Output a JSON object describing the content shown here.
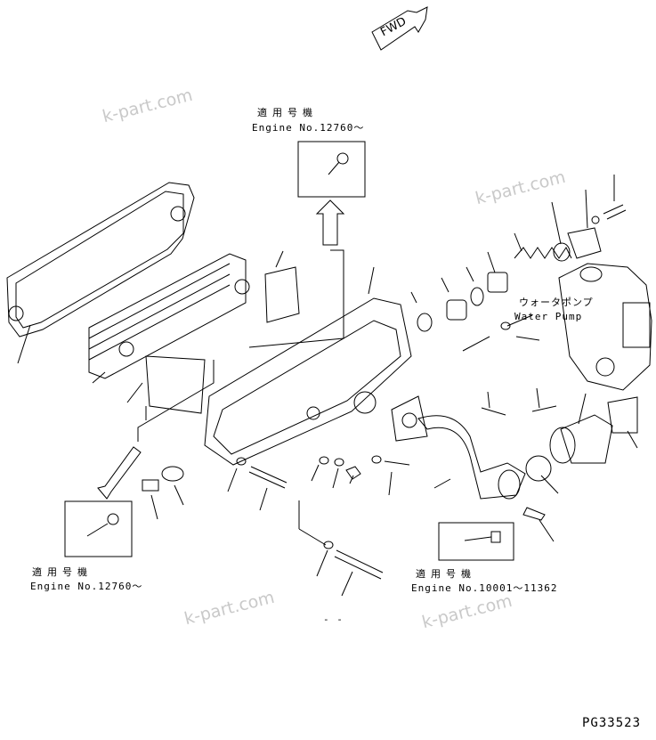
{
  "direction_marker": "FWD",
  "drawing_code": "PG33523",
  "watermark": "k-part.com",
  "callouts": [
    {
      "id": "top",
      "jp": "適用号機",
      "en": "Engine No.12760～"
    },
    {
      "id": "left",
      "jp": "適用号機",
      "en": "Engine No.12760～"
    },
    {
      "id": "right",
      "jp": "適用号機",
      "en": "Engine No.10001～11362"
    }
  ],
  "part_labels": {
    "water_pump_jp": "ウォータポンプ",
    "water_pump_en": "Water Pump"
  },
  "dash_marks": "- -",
  "colors": {
    "line": "#000000",
    "watermark": "#c9c9c9",
    "background": "#ffffff"
  }
}
